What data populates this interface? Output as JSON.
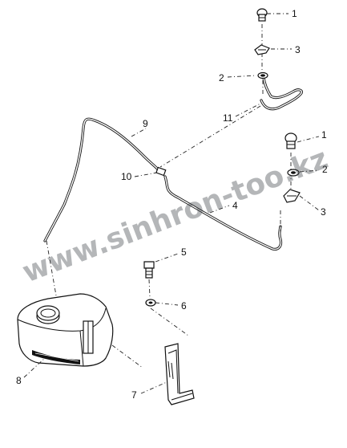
{
  "callouts": {
    "c1_top": "1",
    "c3_top": "3",
    "c2_top": "2",
    "c11": "11",
    "c9": "9",
    "c1_right": "1",
    "c2_right": "2",
    "c10": "10",
    "c4": "4",
    "c3_right": "3",
    "c5": "5",
    "c6": "6",
    "c8": "8",
    "c7": "7"
  },
  "watermark": "www.sinhron-too.kz"
}
